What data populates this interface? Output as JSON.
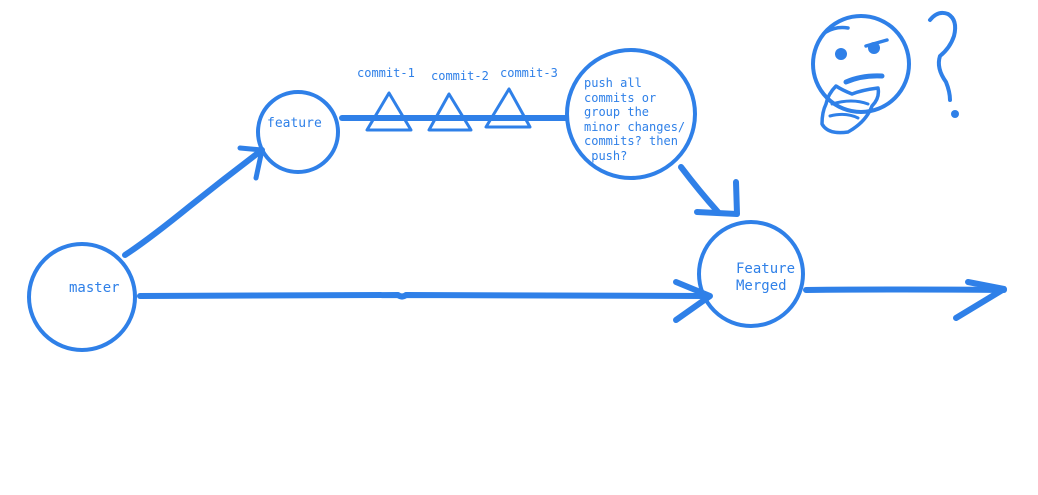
{
  "diagram": {
    "accent_color": "#2f80e8",
    "nodes": {
      "master": {
        "label": "master"
      },
      "feature": {
        "label": "feature"
      },
      "question": {
        "label": "push all\ncommits or\ngroup the\nminor changes/\ncommits? then\n push?"
      },
      "merged": {
        "label": "Feature\nMerged"
      }
    },
    "commits": [
      {
        "label": "commit-1"
      },
      {
        "label": "commit-2"
      },
      {
        "label": "commit-3"
      }
    ],
    "decorations": {
      "thinking_face_icon": "thinking-face-icon",
      "question_mark_icon": "question-mark-icon"
    }
  }
}
